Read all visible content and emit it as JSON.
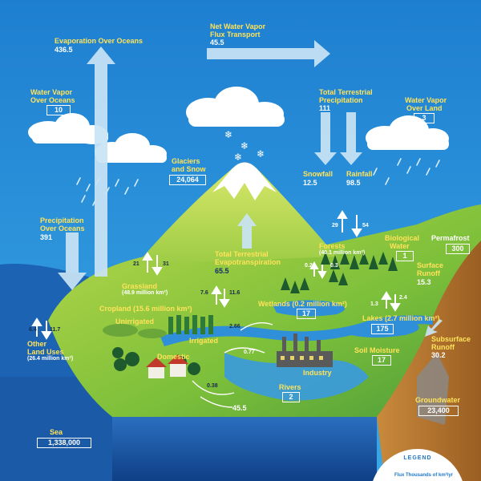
{
  "labels": {
    "evap_oceans": "Evaporation Over Oceans",
    "net_vapor_1": "Net Water Vapor",
    "net_vapor_2": "Flux Transport",
    "vapor_oceans_1": "Water Vapor",
    "vapor_oceans_2": "Over Oceans",
    "terr_precip_1": "Total Terrestrial",
    "terr_precip_2": "Precipitation",
    "vapor_land_1": "Water Vapor",
    "vapor_land_2": "Over Land",
    "glaciers_1": "Glaciers",
    "glaciers_2": "and Snow",
    "snowfall": "Snowfall",
    "rainfall": "Rainfall",
    "precip_oceans_1": "Precipitation",
    "precip_oceans_2": "Over Oceans",
    "evapotrans_1": "Total Terrestrial",
    "evapotrans_2": "Evapotranspiration",
    "forests": "Forests",
    "forests_area": "(40.1 million km²)",
    "bio_water_1": "Biological",
    "bio_water_2": "Water",
    "permafrost": "Permafrost",
    "surface_runoff_1": "Surface",
    "surface_runoff_2": "Runoff",
    "grassland": "Grassland",
    "grassland_area": "(48.9 million km²)",
    "cropland": "Cropland (15.6 million km²)",
    "unirrigated": "Unirrigated",
    "irrigated": "Irrigated",
    "wetlands": "Wetlands (0.2 million km²)",
    "lakes": "Lakes (2.7 million km²)",
    "subsurface_1": "Subsurface",
    "subsurface_2": "Runoff",
    "other_land_1": "Other",
    "other_land_2": "Land Uses",
    "other_land_area": "(26.4 million km²)",
    "domestic": "Domestic",
    "soil_moisture": "Soil Moisture",
    "industry": "Industry",
    "rivers": "Rivers",
    "groundwater": "Groundwater",
    "sea": "Sea",
    "legend_title": "LEGEND",
    "legend_text": "Flux Thousands of km³/yr"
  },
  "values": {
    "evap_oceans": "436.5",
    "net_vapor": "45.5",
    "vapor_oceans": "10",
    "terr_precip": "111",
    "vapor_land": "3",
    "glaciers": "24,064",
    "snowfall": "12.5",
    "rainfall": "98.5",
    "precip_oceans": "391",
    "evapotrans": "65.5",
    "forests_up": "29",
    "forests_down": "54",
    "bio_water": "1",
    "permafrost": "300",
    "surface_runoff": "15.3",
    "grass_up": "21",
    "grass_down": "31",
    "wet_a": "0.2",
    "wet_b": "0.3",
    "crop_up": "7.6",
    "crop_down": "11.6",
    "wetlands": "17",
    "lakes_up": "1.3",
    "lakes_down": "2.4",
    "lakes": "175",
    "other_up": "6.4",
    "other_down": "11.7",
    "irrigated_flow": "2.66",
    "industry_flow": "0.77",
    "domestic_flow": "0.38",
    "subsurface": "30.2",
    "soil_moisture": "17",
    "rivers": "2",
    "rivers_flow": "45.5",
    "groundwater": "23,400",
    "sea": "1,338,000"
  },
  "colors": {
    "sky": "#2a8fd6",
    "label_yellow": "#ffe35a",
    "sea": "#1458a8",
    "land_green": "#8ec63f",
    "arrow": "#c9e4f5"
  },
  "icons": [
    "cloud-icon",
    "snowflake-icon",
    "rain-icon",
    "tree-icon",
    "house-icon",
    "factory-icon"
  ]
}
